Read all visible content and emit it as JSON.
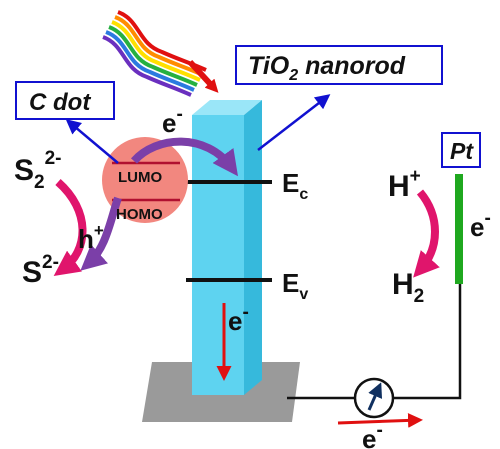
{
  "labels": {
    "c_dot": "C dot",
    "tio2_base": "TiO",
    "tio2_sub": "2",
    "tio2_rest": " nanorod",
    "pt": "Pt",
    "lumo": "LUMO",
    "homo": "HOMO",
    "ec_base": "E",
    "ec_sub": "c",
    "ev_base": "E",
    "ev_sub": "v",
    "s2_2_base": "S",
    "s2_2_sub": "2",
    "s2_2_sup": "2-",
    "s2_base": "S",
    "s2_sup": "2-",
    "h_plus_base": "h",
    "h_plus_sup": "+",
    "hplus_base": "H",
    "hplus_sup": "+",
    "h2_base": "H",
    "h2_sub": "2",
    "e_base": "e",
    "e_sup": "-"
  },
  "colors": {
    "rod": "#5ed3f0",
    "rod_top": "#9ae6f8",
    "dot": "#f2877f",
    "pink_arrow": "#e0156c",
    "purple_arrow": "#7b3fa8",
    "blue_arrow": "#1111d0",
    "red_arrow": "#e01010",
    "pt_bar": "#1fa81f",
    "substrate": "#9a9a9a"
  },
  "icons": [
    "rainbow-light-icon",
    "ammeter-icon"
  ]
}
